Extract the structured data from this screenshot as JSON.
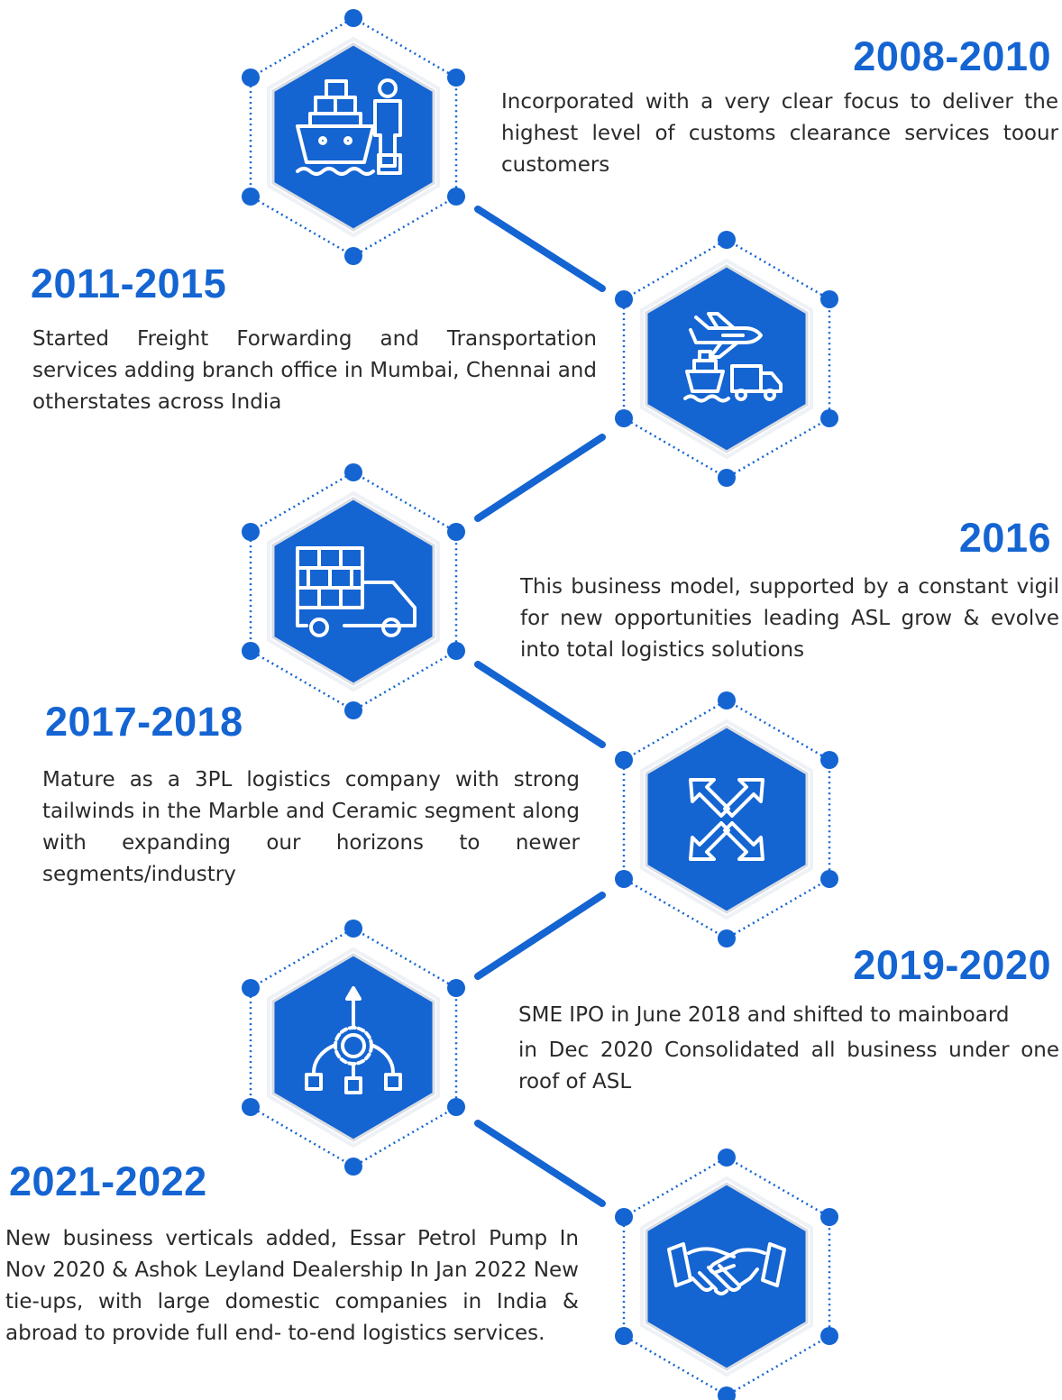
{
  "accent_color": "#1464d2",
  "milestones": [
    {
      "year": "2008-2010",
      "text": "Incorporated with a very clear focus to deliver the highest level of customs clearance services toour customers",
      "icon": "ship-cargo-person-icon"
    },
    {
      "year": "2011-2015",
      "text": "Started Freight Forwarding and Transportation services adding branch office in Mumbai, Chennai and otherstates across India",
      "icon": "plane-ship-truck-icon"
    },
    {
      "year": "2016",
      "text": "This business model, supported by a constant vigil  for new opportunities leading ASL grow & evolve into total logistics solutions",
      "icon": "loaded-truck-icon"
    },
    {
      "year": "2017-2018",
      "text": "Mature as a 3PL logistics company with strong tailwinds in the Marble and Ceramic segment along with expanding our horizons to newer segments/industry",
      "icon": "expand-arrows-icon"
    },
    {
      "year": "2019-2020",
      "text_line1": "SME IPO in June 2018 and shifted to mainboard",
      "text_line2": "in Dec 2020 Consolidated all business under one roof of ASL",
      "icon": "gear-hierarchy-icon"
    },
    {
      "year": "2021-2022",
      "text": "New business verticals added, Essar Petrol Pump In Nov 2020 & Ashok Leyland Dealership In Jan 2022 New tie-ups, with large domestic companies in India & abroad to provide full end- to-end logistics services.",
      "icon": "handshake-icon"
    }
  ]
}
